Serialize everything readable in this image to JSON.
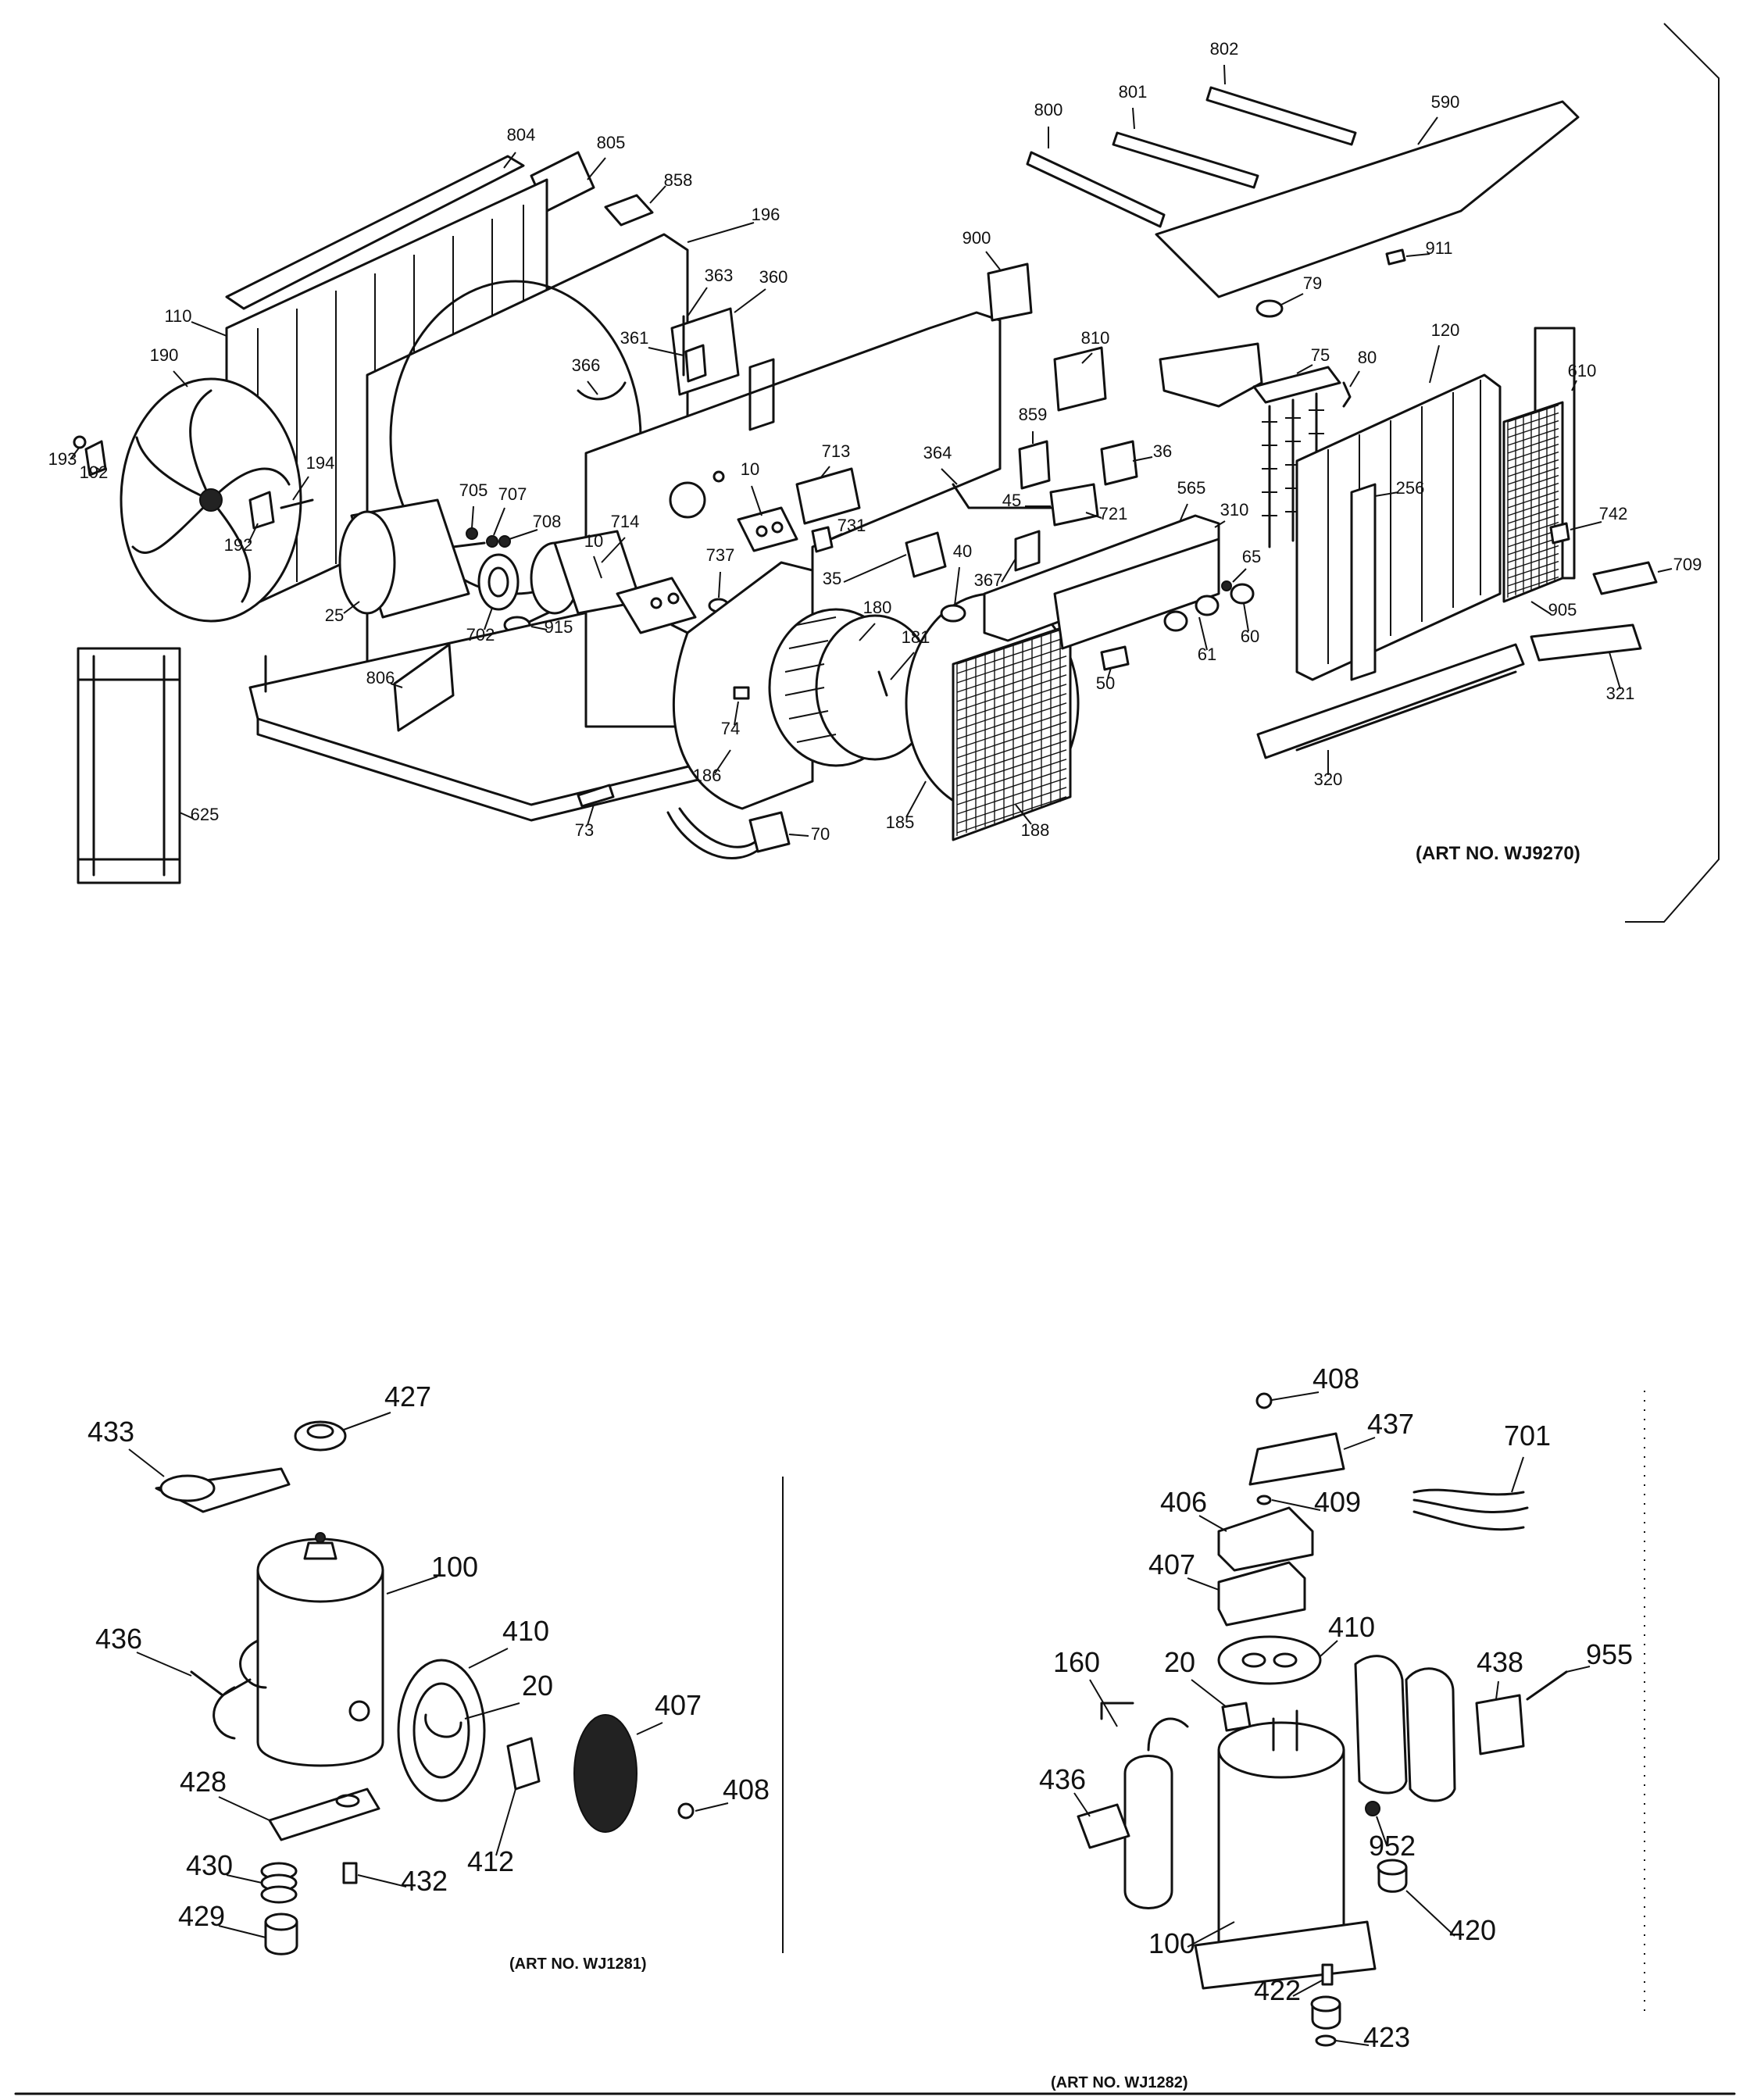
{
  "figures": {
    "top_art_no": "(ART NO. WJ9270)",
    "bottom_left_art_no": "(ART NO. WJ1281)",
    "bottom_right_art_no": "(ART NO. WJ1282)"
  },
  "top_callouts": [
    "804",
    "805",
    "858",
    "196",
    "110",
    "190",
    "193",
    "192",
    "194",
    "192",
    "25",
    "705",
    "707",
    "708",
    "702",
    "915",
    "806",
    "363",
    "360",
    "361",
    "366",
    "714",
    "10",
    "10",
    "713",
    "731",
    "737",
    "35",
    "364",
    "40",
    "900",
    "810",
    "859",
    "36",
    "45",
    "721",
    "367",
    "565",
    "310",
    "65",
    "60",
    "61",
    "50",
    "180",
    "181",
    "186",
    "74",
    "73",
    "70",
    "185",
    "188",
    "800",
    "801",
    "802",
    "590",
    "911",
    "79",
    "75",
    "80",
    "120",
    "610",
    "256",
    "742",
    "709",
    "905",
    "321",
    "320",
    "625"
  ],
  "bl_callouts": [
    "427",
    "433",
    "100",
    "436",
    "410",
    "20",
    "407",
    "408",
    "428",
    "412",
    "430",
    "432",
    "429"
  ],
  "br_callouts": [
    "408",
    "437",
    "701",
    "406",
    "409",
    "407",
    "410",
    "160",
    "20",
    "438",
    "955",
    "436",
    "952",
    "420",
    "100",
    "422",
    "423"
  ]
}
